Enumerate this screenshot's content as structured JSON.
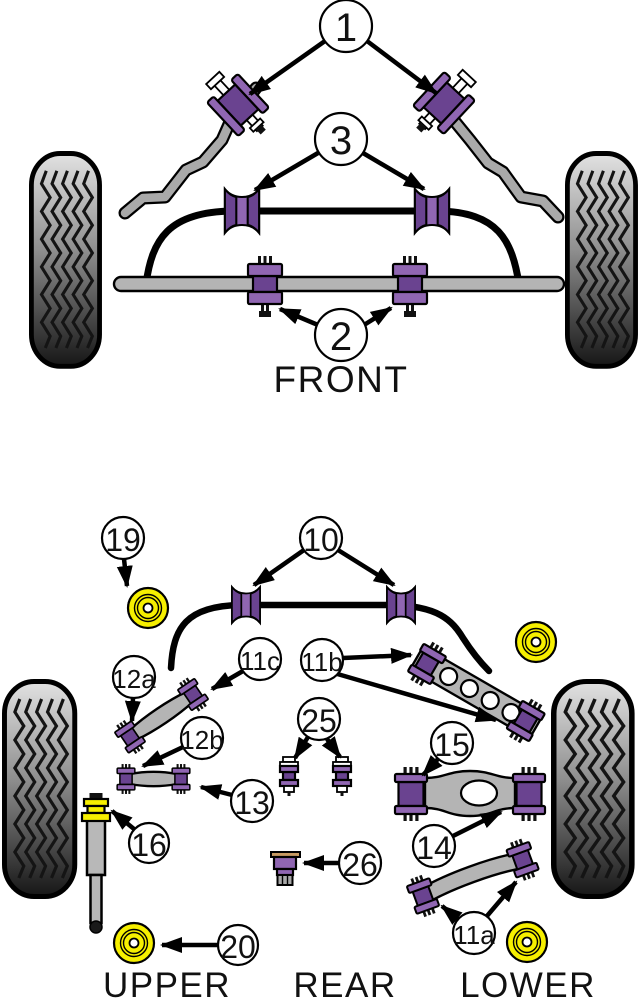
{
  "labels": {
    "front": "FRONT",
    "upper": "UPPER",
    "rear": "REAR",
    "lower": "LOWER"
  },
  "callouts": {
    "1": "1",
    "2": "2",
    "3": "3",
    "10": "10",
    "11a": "11a",
    "11b": "11b",
    "11c": "11c",
    "12a": "12a",
    "12b": "12b",
    "13": "13",
    "14": "14",
    "15": "15",
    "16": "16",
    "19": "19",
    "20": "20",
    "25": "25",
    "26": "26"
  },
  "colors": {
    "purple": "#9066b2",
    "purple_dark": "#6a4390",
    "yellow": "#f6ef00",
    "gray": "#b4b4b4",
    "tan": "#c79a62",
    "outline": "#000000",
    "background": "#ffffff"
  }
}
